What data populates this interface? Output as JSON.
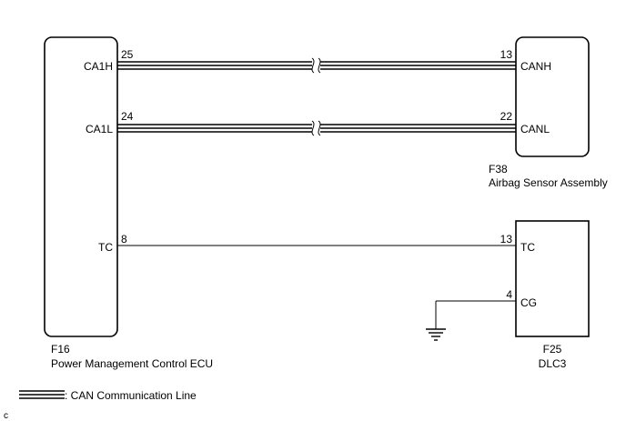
{
  "ecu": {
    "connector": "F16",
    "name": "Power Management Control ECU",
    "pins": [
      {
        "label": "CA1H",
        "number": "25"
      },
      {
        "label": "CA1L",
        "number": "24"
      },
      {
        "label": "TC",
        "number": "8"
      }
    ]
  },
  "airbag": {
    "connector": "F38",
    "name": "Airbag Sensor Assembly",
    "pins": [
      {
        "label": "CANH",
        "number": "13"
      },
      {
        "label": "CANL",
        "number": "22"
      }
    ]
  },
  "dlc": {
    "connector": "F25",
    "name": "DLC3",
    "pins": [
      {
        "label": "TC",
        "number": "13"
      },
      {
        "label": "CG",
        "number": "4"
      }
    ]
  },
  "legend": {
    "text": ": CAN Communication Line"
  },
  "corner_mark": "c"
}
